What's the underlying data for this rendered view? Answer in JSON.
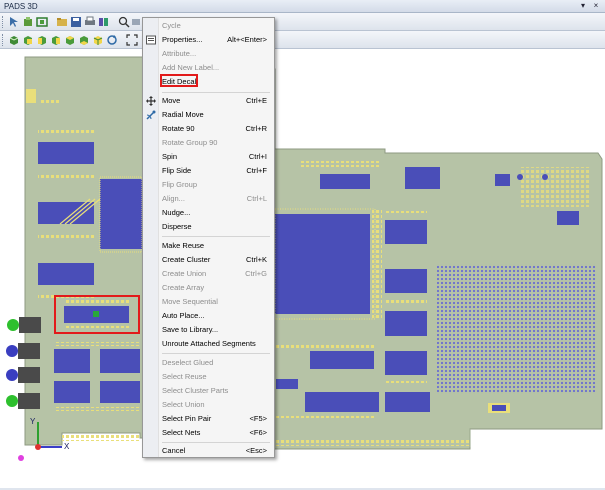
{
  "window": {
    "title": "PADS 3D",
    "controls": [
      "▾",
      "×"
    ]
  },
  "toolbar1": {
    "icons": [
      "select-icon",
      "pan-icon",
      "zoom-window-icon",
      "open-icon",
      "save-icon",
      "print-icon",
      "layers-icon",
      "measure-icon",
      "zoom-icon",
      "view-icon"
    ]
  },
  "toolbar2": {
    "icons": [
      "view-front-icon",
      "view-back-icon",
      "view-left-icon",
      "view-right-icon",
      "view-top-icon",
      "view-bottom-icon",
      "view-iso-icon",
      "fit-icon"
    ]
  },
  "colors": {
    "board": "#b8c6a8",
    "pad": "#e9df7a",
    "component": "#4a4eb8",
    "highlight": "#e21a1a"
  },
  "menu": {
    "items": [
      {
        "label": "Cycle",
        "shortcut": "",
        "enabled": false,
        "icon": ""
      },
      {
        "label": "Properties...",
        "shortcut": "Alt+<Enter>",
        "enabled": true,
        "icon": "properties-icon"
      },
      {
        "label": "Attribute...",
        "shortcut": "",
        "enabled": false,
        "icon": ""
      },
      {
        "label": "Add New Label...",
        "shortcut": "",
        "enabled": false,
        "icon": ""
      },
      {
        "label": "Edit Decal",
        "shortcut": "",
        "enabled": true,
        "icon": ""
      },
      {
        "label": "Move",
        "shortcut": "Ctrl+E",
        "enabled": true,
        "icon": "move-icon"
      },
      {
        "label": "Radial Move",
        "shortcut": "",
        "enabled": true,
        "icon": "radial-move-icon"
      },
      {
        "label": "Rotate 90",
        "shortcut": "Ctrl+R",
        "enabled": true,
        "icon": ""
      },
      {
        "label": "Rotate Group 90",
        "shortcut": "",
        "enabled": false,
        "icon": ""
      },
      {
        "label": "Spin",
        "shortcut": "Ctrl+I",
        "enabled": true,
        "icon": ""
      },
      {
        "label": "Flip Side",
        "shortcut": "Ctrl+F",
        "enabled": true,
        "icon": ""
      },
      {
        "label": "Flip Group",
        "shortcut": "",
        "enabled": false,
        "icon": ""
      },
      {
        "label": "Align...",
        "shortcut": "Ctrl+L",
        "enabled": false,
        "icon": ""
      },
      {
        "label": "Nudge...",
        "shortcut": "",
        "enabled": true,
        "icon": ""
      },
      {
        "label": "Disperse",
        "shortcut": "",
        "enabled": true,
        "icon": ""
      },
      {
        "label": "Make Reuse",
        "shortcut": "",
        "enabled": true,
        "icon": ""
      },
      {
        "label": "Create Cluster",
        "shortcut": "Ctrl+K",
        "enabled": true,
        "icon": ""
      },
      {
        "label": "Create Union",
        "shortcut": "Ctrl+G",
        "enabled": false,
        "icon": ""
      },
      {
        "label": "Create Array",
        "shortcut": "",
        "enabled": false,
        "icon": ""
      },
      {
        "label": "Move Sequential",
        "shortcut": "",
        "enabled": false,
        "icon": ""
      },
      {
        "label": "Auto Place...",
        "shortcut": "",
        "enabled": true,
        "icon": ""
      },
      {
        "label": "Save to Library...",
        "shortcut": "",
        "enabled": true,
        "icon": ""
      },
      {
        "label": "Unroute Attached Segments",
        "shortcut": "",
        "enabled": true,
        "icon": ""
      },
      {
        "label": "Deselect Glued",
        "shortcut": "",
        "enabled": false,
        "icon": ""
      },
      {
        "label": "Select Reuse",
        "shortcut": "",
        "enabled": false,
        "icon": ""
      },
      {
        "label": "Select Cluster Parts",
        "shortcut": "",
        "enabled": false,
        "icon": ""
      },
      {
        "label": "Select Union",
        "shortcut": "",
        "enabled": false,
        "icon": ""
      },
      {
        "label": "Select Pin Pair",
        "shortcut": "<F5>",
        "enabled": true,
        "icon": ""
      },
      {
        "label": "Select Nets",
        "shortcut": "<F6>",
        "enabled": true,
        "icon": ""
      },
      {
        "label": "Cancel",
        "shortcut": "<Esc>",
        "enabled": true,
        "icon": ""
      }
    ]
  },
  "axes": {
    "y": "Y",
    "x": "X"
  }
}
